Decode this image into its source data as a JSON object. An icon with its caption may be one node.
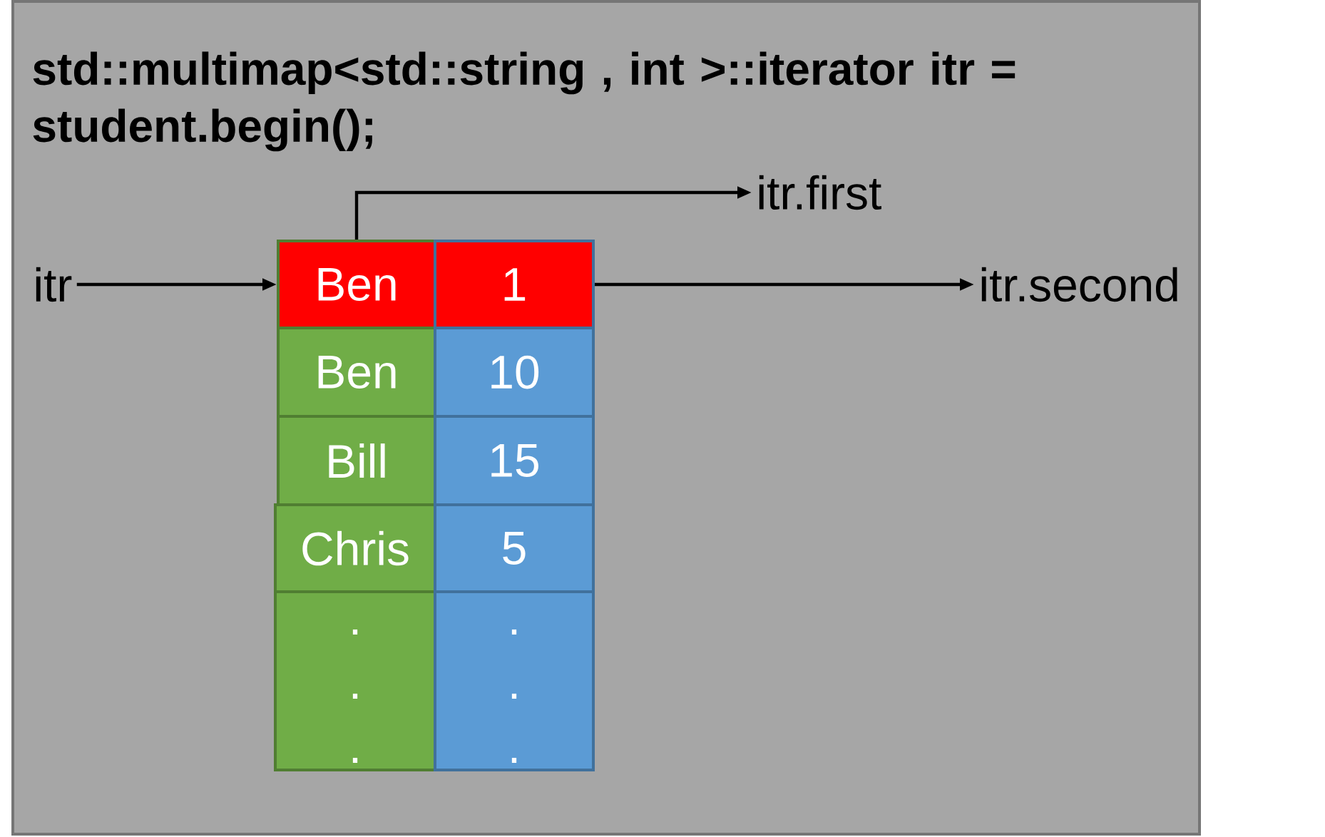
{
  "diagram": {
    "title": "std::multimap<std::string , int >::iterator itr = student.begin();",
    "nodes": [
      {
        "text": [
          "itr.first"
        ]
      },
      {
        "text": [
          "itr"
        ]
      },
      {
        "text": [
          "Ben"
        ]
      },
      {
        "text": [
          "1"
        ]
      },
      {
        "text": [
          "itr.second"
        ]
      },
      {
        "text": [
          "Ben"
        ]
      },
      {
        "text": [
          "10"
        ]
      },
      {
        "text": [
          "Bill"
        ]
      },
      {
        "text": [
          "15"
        ]
      },
      {
        "text": [
          "Chris"
        ]
      },
      {
        "text": [
          "5"
        ]
      },
      {
        "text": [
          ". . ."
        ]
      },
      {
        "text": [
          ". . ."
        ]
      }
    ],
    "edges": [
      {
        "from": 1,
        "to": 2,
        "arrow": "to"
      },
      {
        "from": 2,
        "to": 0,
        "arrow": "to"
      },
      {
        "from": 3,
        "to": 4,
        "arrow": "to"
      }
    ]
  }
}
